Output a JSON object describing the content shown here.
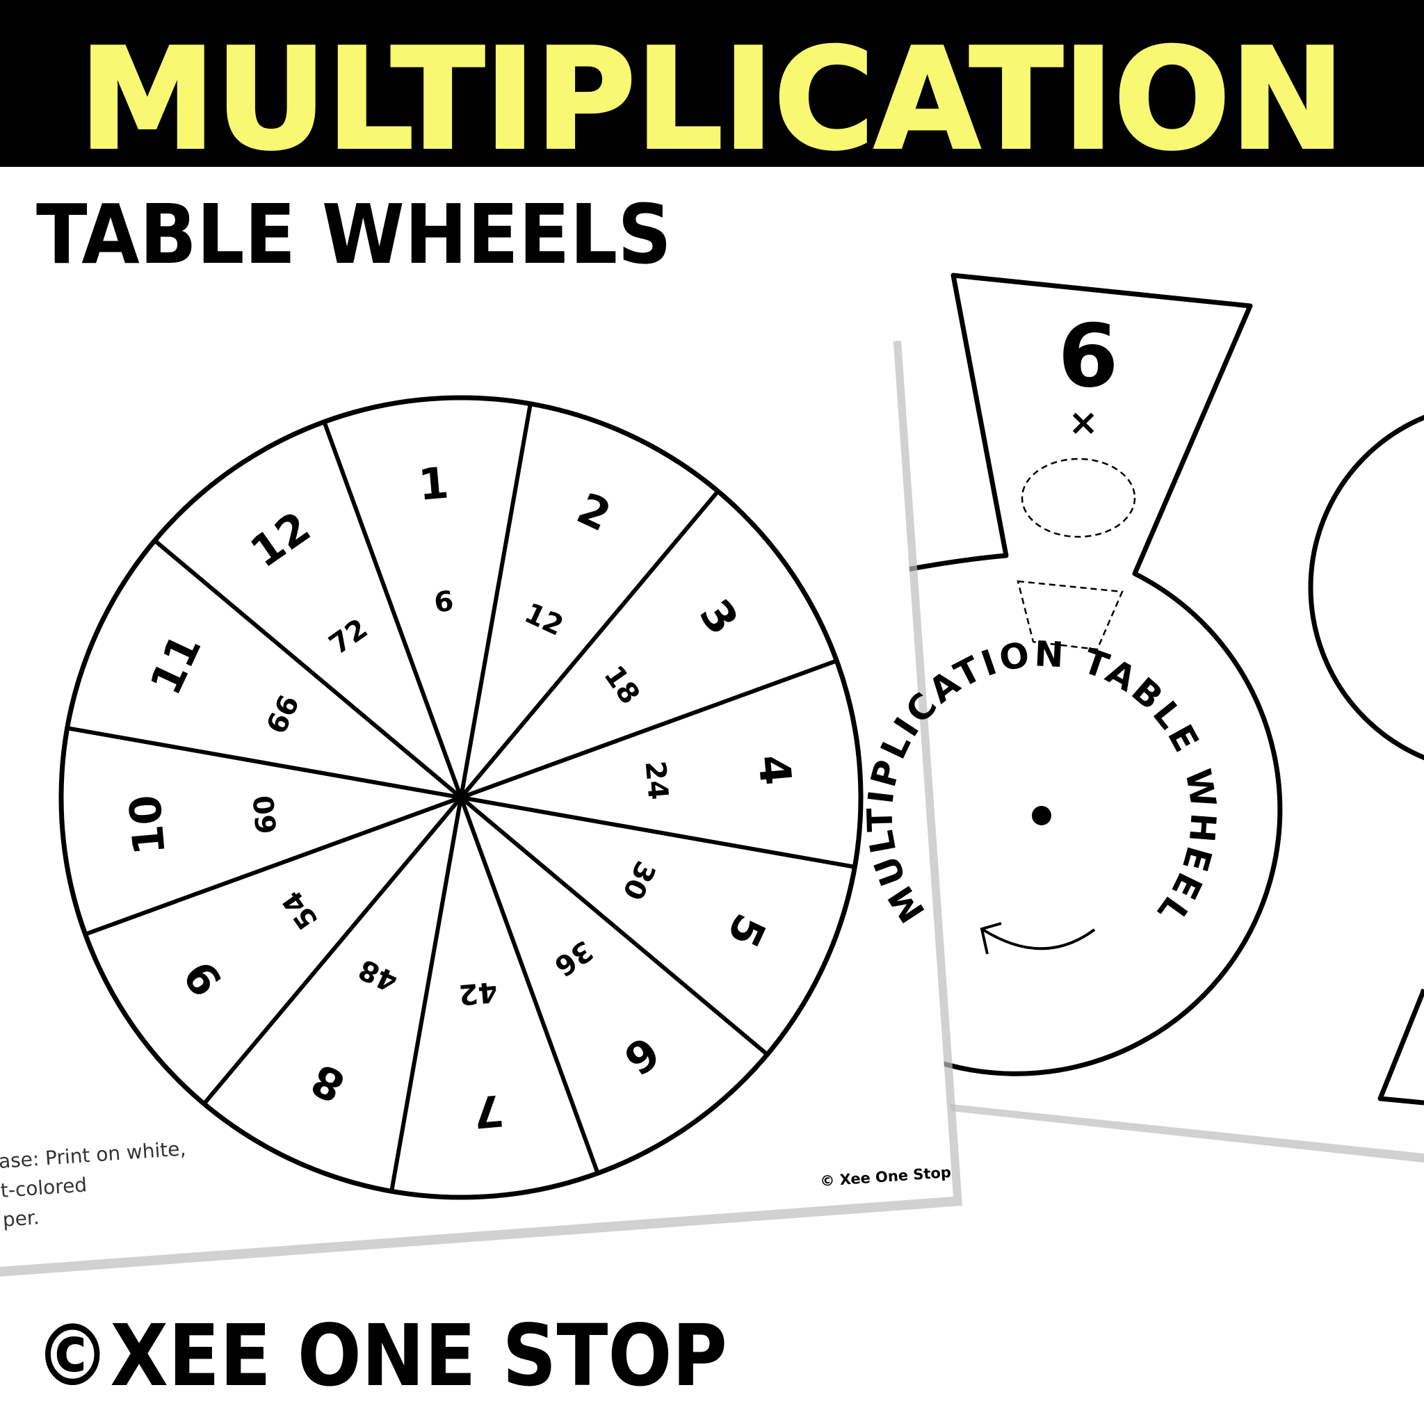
{
  "banner": {
    "title": "MULTIPLICATION",
    "title_color": "#f8f872",
    "background": "#000000"
  },
  "subtitle": "TABLE WHEELS",
  "footer": "©XEE ONE STOP",
  "front_sheet": {
    "wheel_factor": 6,
    "sectors": [
      {
        "outer": "1",
        "inner": "6"
      },
      {
        "outer": "2",
        "inner": "12"
      },
      {
        "outer": "3",
        "inner": "18"
      },
      {
        "outer": "4",
        "inner": "24"
      },
      {
        "outer": "5",
        "inner": "30"
      },
      {
        "outer": "6",
        "inner": "36"
      },
      {
        "outer": "7",
        "inner": "42"
      },
      {
        "outer": "8",
        "inner": "48"
      },
      {
        "outer": "9",
        "inner": "54"
      },
      {
        "outer": "10",
        "inner": "60"
      },
      {
        "outer": "11",
        "inner": "66"
      },
      {
        "outer": "12",
        "inner": "72"
      }
    ],
    "note_lines": [
      "ase: Print on white,",
      "t-colored",
      "per."
    ],
    "copyright": "© Xee One Stop"
  },
  "back_sheet": {
    "factor": "6",
    "operator": "×",
    "curved_label": "MULTIPLICATION TABLE WHEEL",
    "icons": [
      "dashed-oval-cutout",
      "dashed-trapezoid-window",
      "center-pin-dot",
      "rotate-arrow"
    ]
  }
}
